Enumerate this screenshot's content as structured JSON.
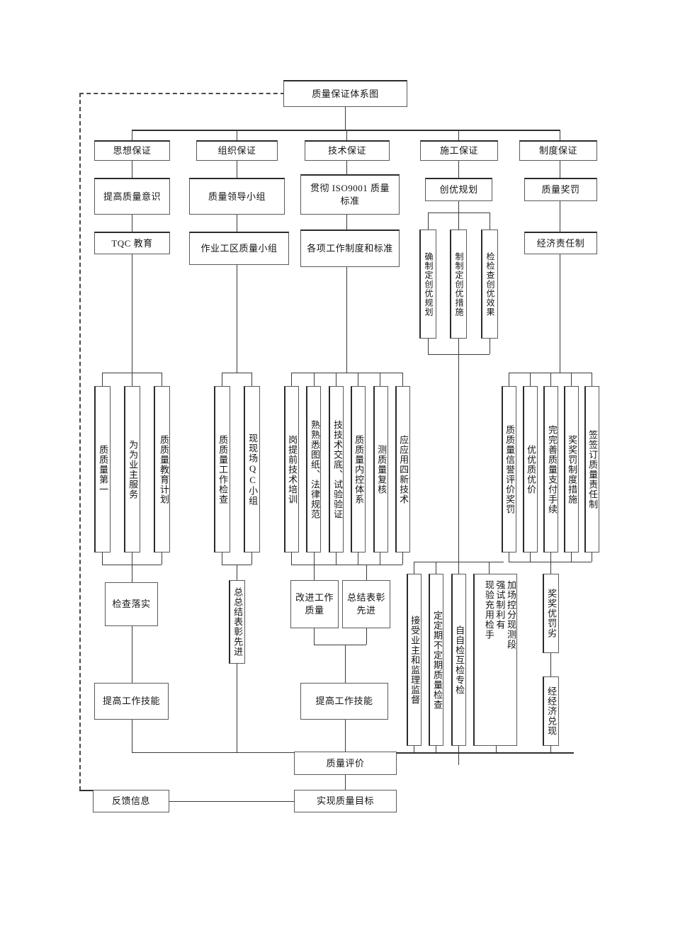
{
  "diagram": {
    "title": "质量保证体系图",
    "type": "organizational-flowchart",
    "root": {
      "label": "质量保证体系图"
    },
    "pillars": [
      {
        "label": "思想保证"
      },
      {
        "label": "组织保证"
      },
      {
        "label": "技术保证"
      },
      {
        "label": "施工保证"
      },
      {
        "label": "制度保证"
      }
    ],
    "level3": [
      {
        "label": "提高质量意识"
      },
      {
        "label": "质量领导小组"
      },
      {
        "label": "贯彻 ISO9001 质量标准"
      },
      {
        "label": "创优规划"
      },
      {
        "label": "质量奖罚"
      }
    ],
    "level4": [
      {
        "label": "TQC 教育"
      },
      {
        "label": "作业工区质量小组"
      },
      {
        "label": "各项工作制度和标准"
      },
      {
        "label": "经济责任制"
      }
    ],
    "chuangyou_vertical": [
      {
        "label": "确制定创优规划"
      },
      {
        "label": "制制定创优措施"
      },
      {
        "label": "检检查创优效果"
      }
    ],
    "ideology_vertical": [
      {
        "label": "质质量第一"
      },
      {
        "label": "为为业主服务"
      },
      {
        "label": "质质量教育计划"
      }
    ],
    "organization_vertical": [
      {
        "label": "质质量工作检查"
      },
      {
        "label": "现现场QC小组"
      }
    ],
    "technical_vertical": [
      {
        "label": "岗提前技术培训"
      },
      {
        "label": "熟熟悉图纸、法律规范"
      },
      {
        "label": "技技术交底、试验验证"
      },
      {
        "label": "质质量内控体系"
      },
      {
        "label": "测质量复核"
      },
      {
        "label": "应应用四新技术"
      }
    ],
    "system_vertical": [
      {
        "label": "质质量信誉评价奖罚"
      },
      {
        "label": "优优质优价"
      },
      {
        "label": "完完善质量支付手续"
      },
      {
        "label": "奖奖罚制度措施"
      },
      {
        "label": "签签订质量责任制"
      }
    ],
    "construction_vertical": [
      {
        "label": "接受业主和监理监督"
      },
      {
        "label": "定定期不定期质量检查"
      },
      {
        "label": "自自检互检专检"
      },
      {
        "label": "加强现场控制充分利用现有检测手段",
        "columns": [
          "加场控分现测段",
          "强试制利有",
          "现验充用检手"
        ]
      }
    ],
    "ideology_results": [
      {
        "label": "检查落实"
      },
      {
        "label": "提高工作技能"
      }
    ],
    "organization_results": [
      {
        "label": "总总结表彰先进"
      }
    ],
    "technical_results": [
      {
        "label": "改进工作质量"
      },
      {
        "label": "总结表彰先进"
      },
      {
        "label": "提高工作技能"
      }
    ],
    "system_results": [
      {
        "label": "奖奖优罚劣"
      },
      {
        "label": "经经济兑现"
      }
    ],
    "summary": [
      {
        "label": "质量评价"
      },
      {
        "label": "反馈信息"
      },
      {
        "label": "实现质量目标"
      }
    ]
  }
}
